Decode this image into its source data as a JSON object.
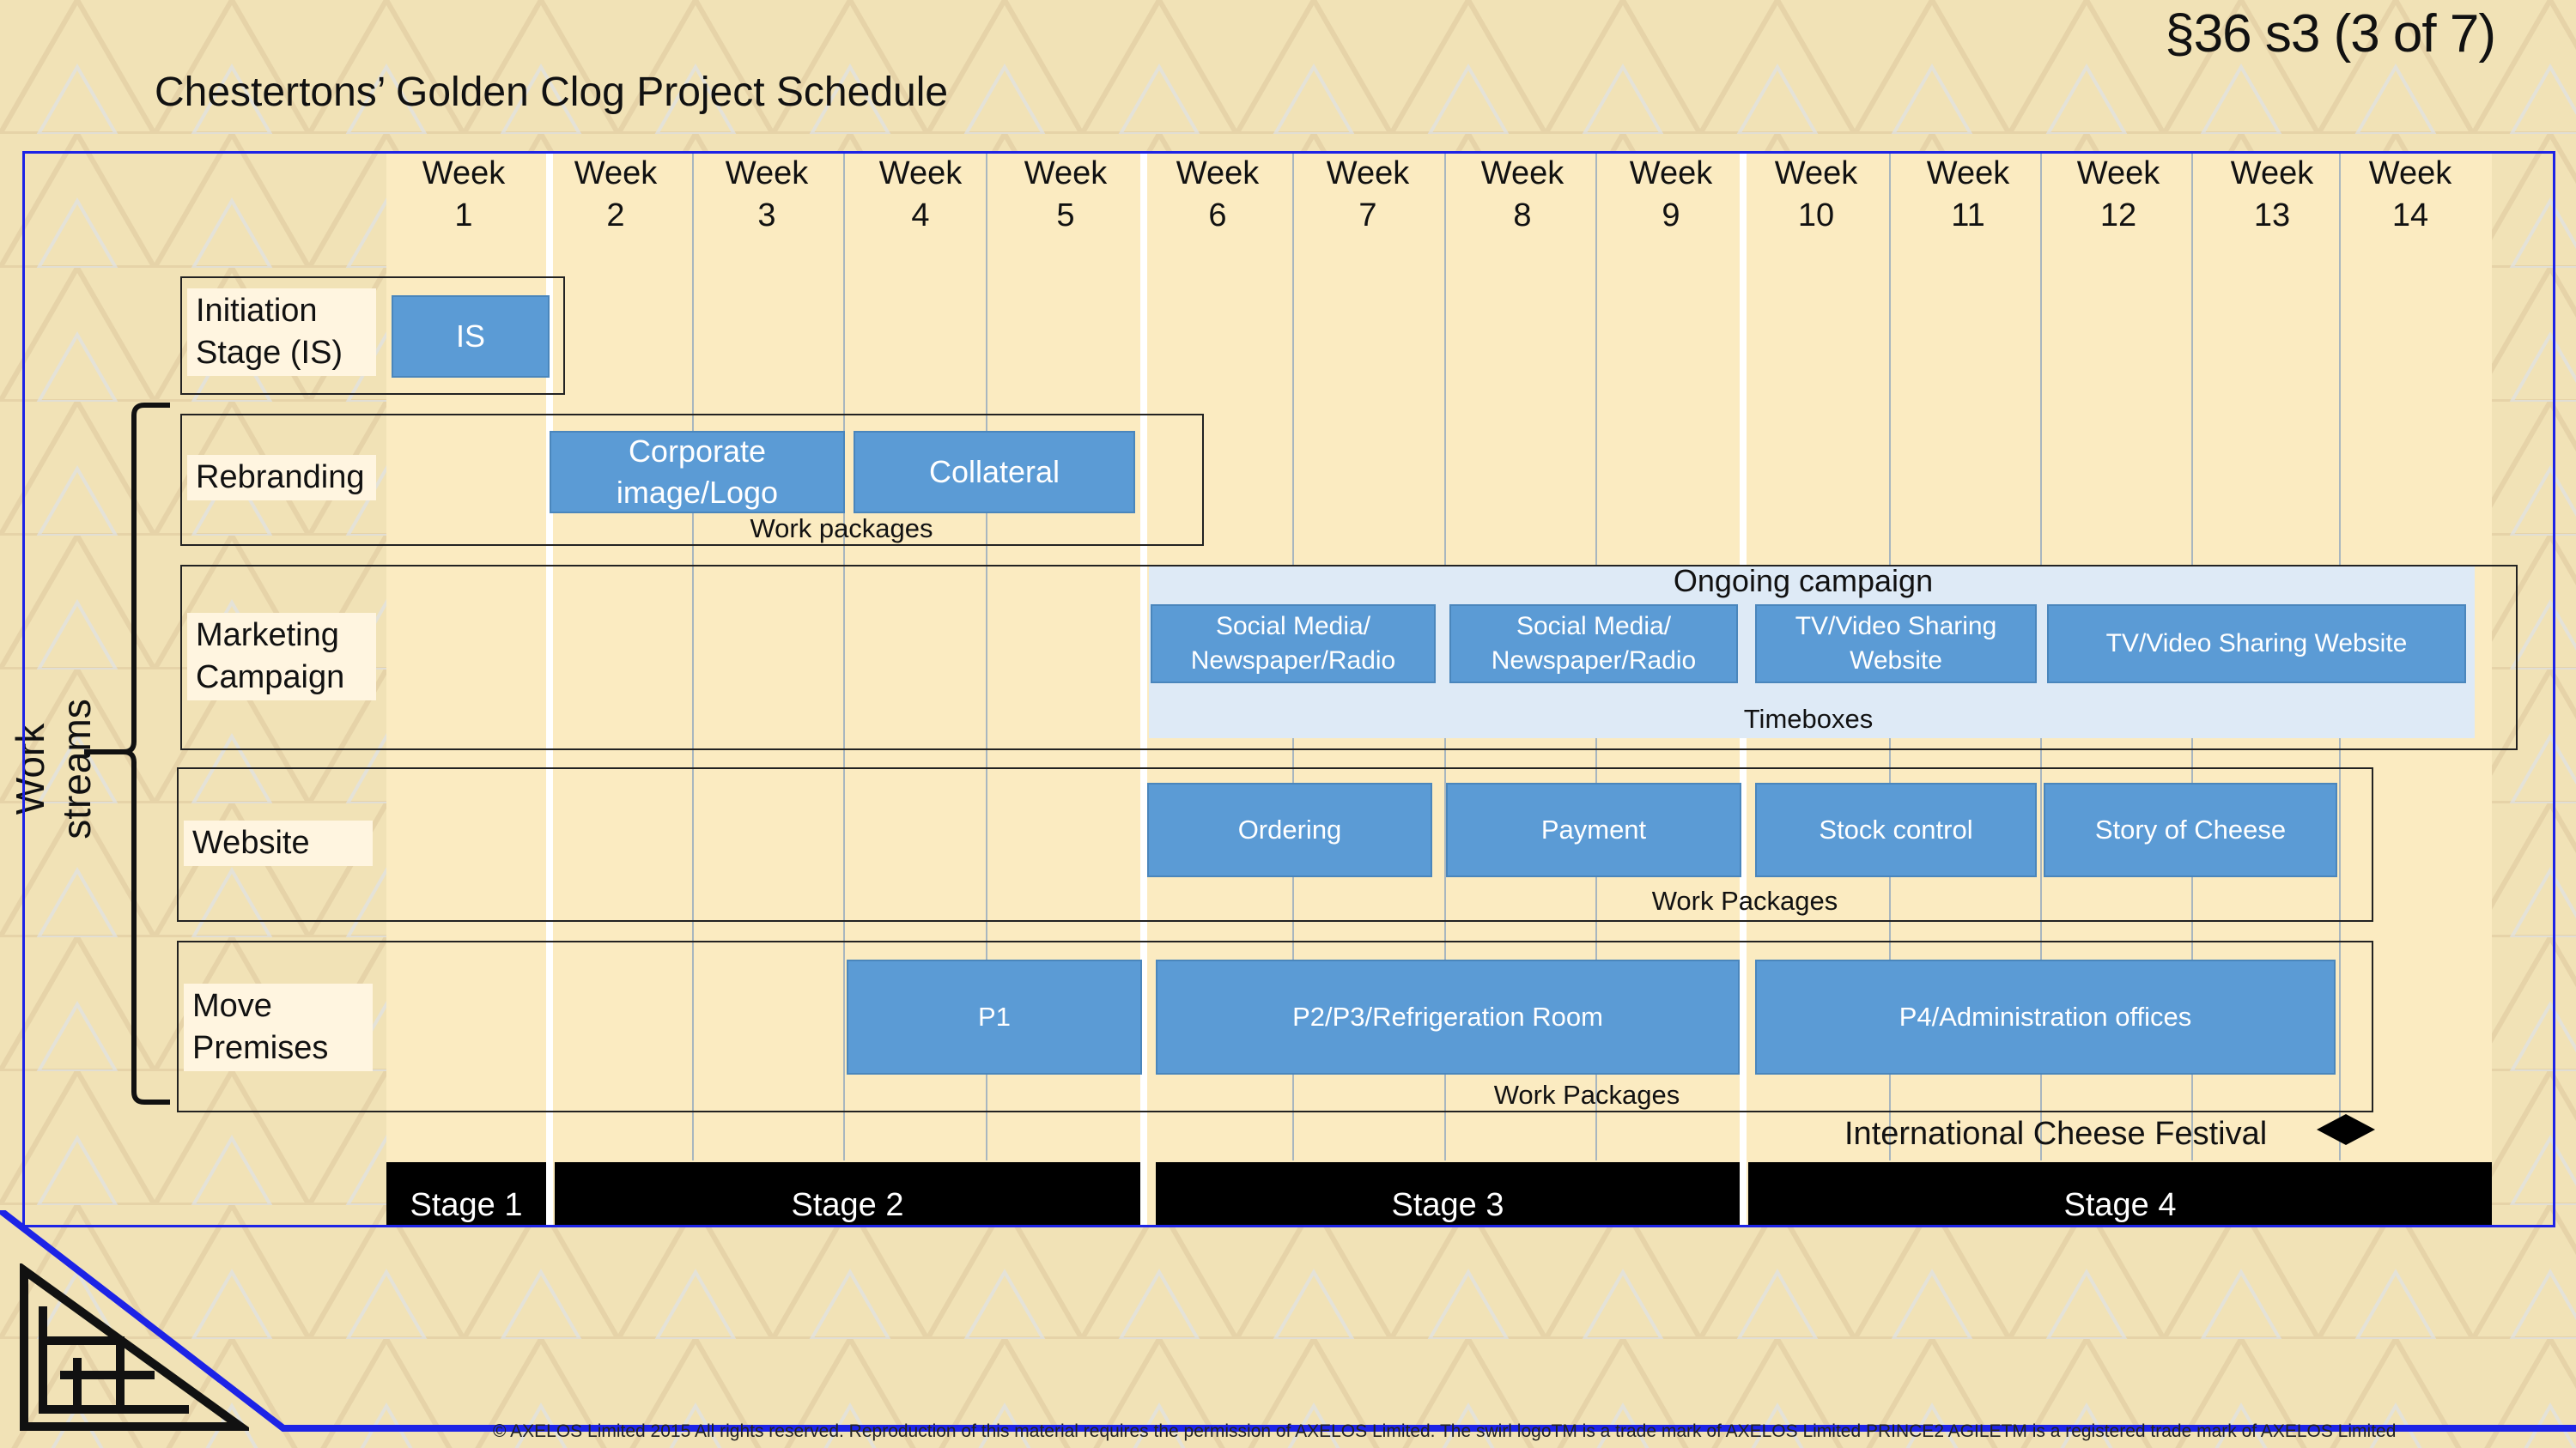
{
  "slide_ref": "§36 s3 (3 of 7)",
  "title": "Chestertons’ Golden Clog Project Schedule",
  "weeks": [
    {
      "l1": "Week",
      "l2": "1"
    },
    {
      "l1": "Week",
      "l2": "2"
    },
    {
      "l1": "Week",
      "l2": "3"
    },
    {
      "l1": "Week",
      "l2": "4"
    },
    {
      "l1": "Week",
      "l2": "5"
    },
    {
      "l1": "Week",
      "l2": "6"
    },
    {
      "l1": "Week",
      "l2": "7"
    },
    {
      "l1": "Week",
      "l2": "8"
    },
    {
      "l1": "Week",
      "l2": "9"
    },
    {
      "l1": "Week",
      "l2": "10"
    },
    {
      "l1": "Week",
      "l2": "11"
    },
    {
      "l1": "Week",
      "l2": "12"
    },
    {
      "l1": "Week",
      "l2": "13"
    },
    {
      "l1": "Week",
      "l2": "14"
    }
  ],
  "side_label": "Work streams",
  "streams": {
    "initiation": {
      "l1": "Initiation",
      "l2": "Stage (IS)",
      "bar": "IS"
    },
    "rebranding": {
      "label": "Rebranding",
      "bar1_l1": "Corporate",
      "bar1_l2": "image/Logo",
      "bar2": "Collateral",
      "caption": "Work packages"
    },
    "marketing": {
      "l1": "Marketing",
      "l2": "Campaign",
      "heading": "Ongoing campaign",
      "bar1_l1": "Social Media/",
      "bar1_l2": "Newspaper/Radio",
      "bar2_l1": "Social Media/",
      "bar2_l2": "Newspaper/Radio",
      "bar3_l1": "TV/Video Sharing",
      "bar3_l2": "Website",
      "bar4": "TV/Video Sharing Website",
      "caption": "Timeboxes"
    },
    "website": {
      "label": "Website",
      "bar1": "Ordering",
      "bar2": "Payment",
      "bar3": "Stock control",
      "bar4": "Story of Cheese",
      "caption": "Work Packages"
    },
    "move": {
      "l1": "Move",
      "l2": "Premises",
      "bar1": "P1",
      "bar2": "P2/P3/Refrigeration Room",
      "bar3": "P4/Administration offices",
      "caption": "Work Packages"
    }
  },
  "milestone": "International Cheese Festival",
  "stages": [
    "Stage 1",
    "Stage 2",
    "Stage 3",
    "Stage 4"
  ],
  "footer": "© AXELOS Limited 2015 All rights reserved. Reproduction of this material requires the permission of AXELOS Limited. The swirl logoTM is a trade mark of AXELOS Limited PRINCE2 AGILETM is a registered trade mark of AXELOS Limited",
  "colors": {
    "bar": "#5b9bd5",
    "frame": "#1d23e6",
    "grid_bg": "#fbebc1",
    "page_bg": "#f1e2b6"
  }
}
